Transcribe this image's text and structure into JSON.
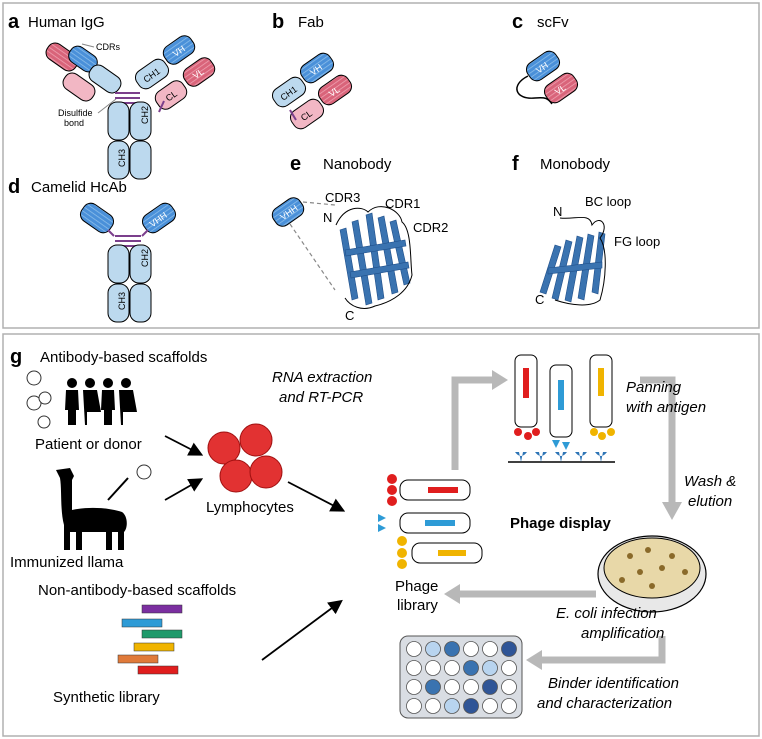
{
  "panels": {
    "a": {
      "letter": "a",
      "title": "Human IgG",
      "cdrs": "CDRs",
      "disulfide_1": "Disulfide",
      "disulfide_2": "bond",
      "vh": "VH",
      "vl": "VL",
      "ch1": "CH1",
      "cl": "CL",
      "ch2": "CH2",
      "ch3": "CH3"
    },
    "b": {
      "letter": "b",
      "title": "Fab",
      "vh": "VH",
      "vl": "VL",
      "ch1": "CH1",
      "cl": "CL"
    },
    "c": {
      "letter": "c",
      "title": "scFv",
      "vh": "VH",
      "vl": "VL"
    },
    "d": {
      "letter": "d",
      "title": "Camelid HcAb",
      "vhh": "VHH",
      "ch2": "CH2",
      "ch3": "CH3"
    },
    "e": {
      "letter": "e",
      "title": "Nanobody",
      "vhh": "VHH",
      "cdr3": "CDR3",
      "cdr1": "CDR1",
      "cdr2": "CDR2",
      "n": "N",
      "c": "C"
    },
    "f": {
      "letter": "f",
      "title": "Monobody",
      "bc": "BC loop",
      "fg": "FG loop",
      "n": "N",
      "c": "C"
    }
  },
  "g": {
    "letter": "g",
    "antibody_scaffolds": "Antibody-based scaffolds",
    "patient": "Patient or donor",
    "llama": "Immunized llama",
    "lymphocytes": "Lymphocytes",
    "rna_1": "RNA extraction",
    "rna_2": "and RT-PCR",
    "non_antibody": "Non-antibody-based scaffolds",
    "synthetic": "Synthetic library",
    "phage_1": "Phage",
    "phage_2": "library",
    "phage_display": "Phage display",
    "panning_1": "Panning",
    "panning_2": "with antigen",
    "wash_1": "Wash &",
    "wash_2": "elution",
    "ecoli_1": "E. coli infection",
    "ecoli_2": "amplification",
    "binder_1": "Binder identification",
    "binder_2": "and characterization"
  },
  "colors": {
    "heavy": "#4a90d9",
    "heavy_light": "#bcd9ee",
    "light": "#d9647a",
    "light_pale": "#f2b7c4",
    "disulfide": "#7b3f8c",
    "structure": "#3a73b0",
    "arrow": "#b8b8b8"
  },
  "library_colors": [
    "#7b2fa0",
    "#2e9bd6",
    "#1f9a6b",
    "#f0b400",
    "#e07a3a",
    "#e01e1e"
  ],
  "plate_colors": [
    [
      "#ffffff",
      "#b8d4ef",
      "#3a73b0",
      "#ffffff",
      "#ffffff",
      "#2f5597"
    ],
    [
      "#ffffff",
      "#ffffff",
      "#ffffff",
      "#3a73b0",
      "#b8d4ef",
      "#ffffff"
    ],
    [
      "#ffffff",
      "#3a73b0",
      "#ffffff",
      "#ffffff",
      "#2f5597",
      "#ffffff"
    ],
    [
      "#ffffff",
      "#ffffff",
      "#b8d4ef",
      "#2f5597",
      "#ffffff",
      "#ffffff"
    ]
  ]
}
